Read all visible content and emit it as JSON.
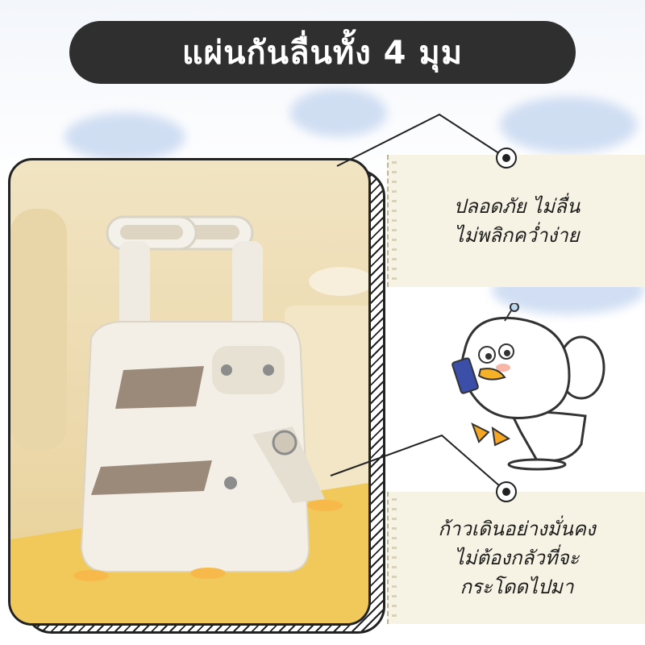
{
  "title": "แผ่นกันลื่นทั้ง 4 มุม",
  "callouts": [
    {
      "lines": [
        "ปลอดภัย ไม่ลื่น",
        "ไม่พลิกคว่ำง่าย"
      ]
    },
    {
      "lines": [
        "ก้าวเดินอย่างมั่นคง",
        "ไม่ต้องกลัวที่จะ",
        "กระโดดไปมา"
      ]
    }
  ],
  "colors": {
    "title_bg": "#2f2f2f",
    "title_text": "#ffffff",
    "photo_bg": "#ecd9ad",
    "step_color": "#f1ede4",
    "tread_color": "#9b8a7a",
    "callout_bg": "#f6f2e4"
  },
  "images": {
    "product_photo": "potty-step-stool-photo",
    "mascot": "duck-on-toilet-mascot"
  }
}
